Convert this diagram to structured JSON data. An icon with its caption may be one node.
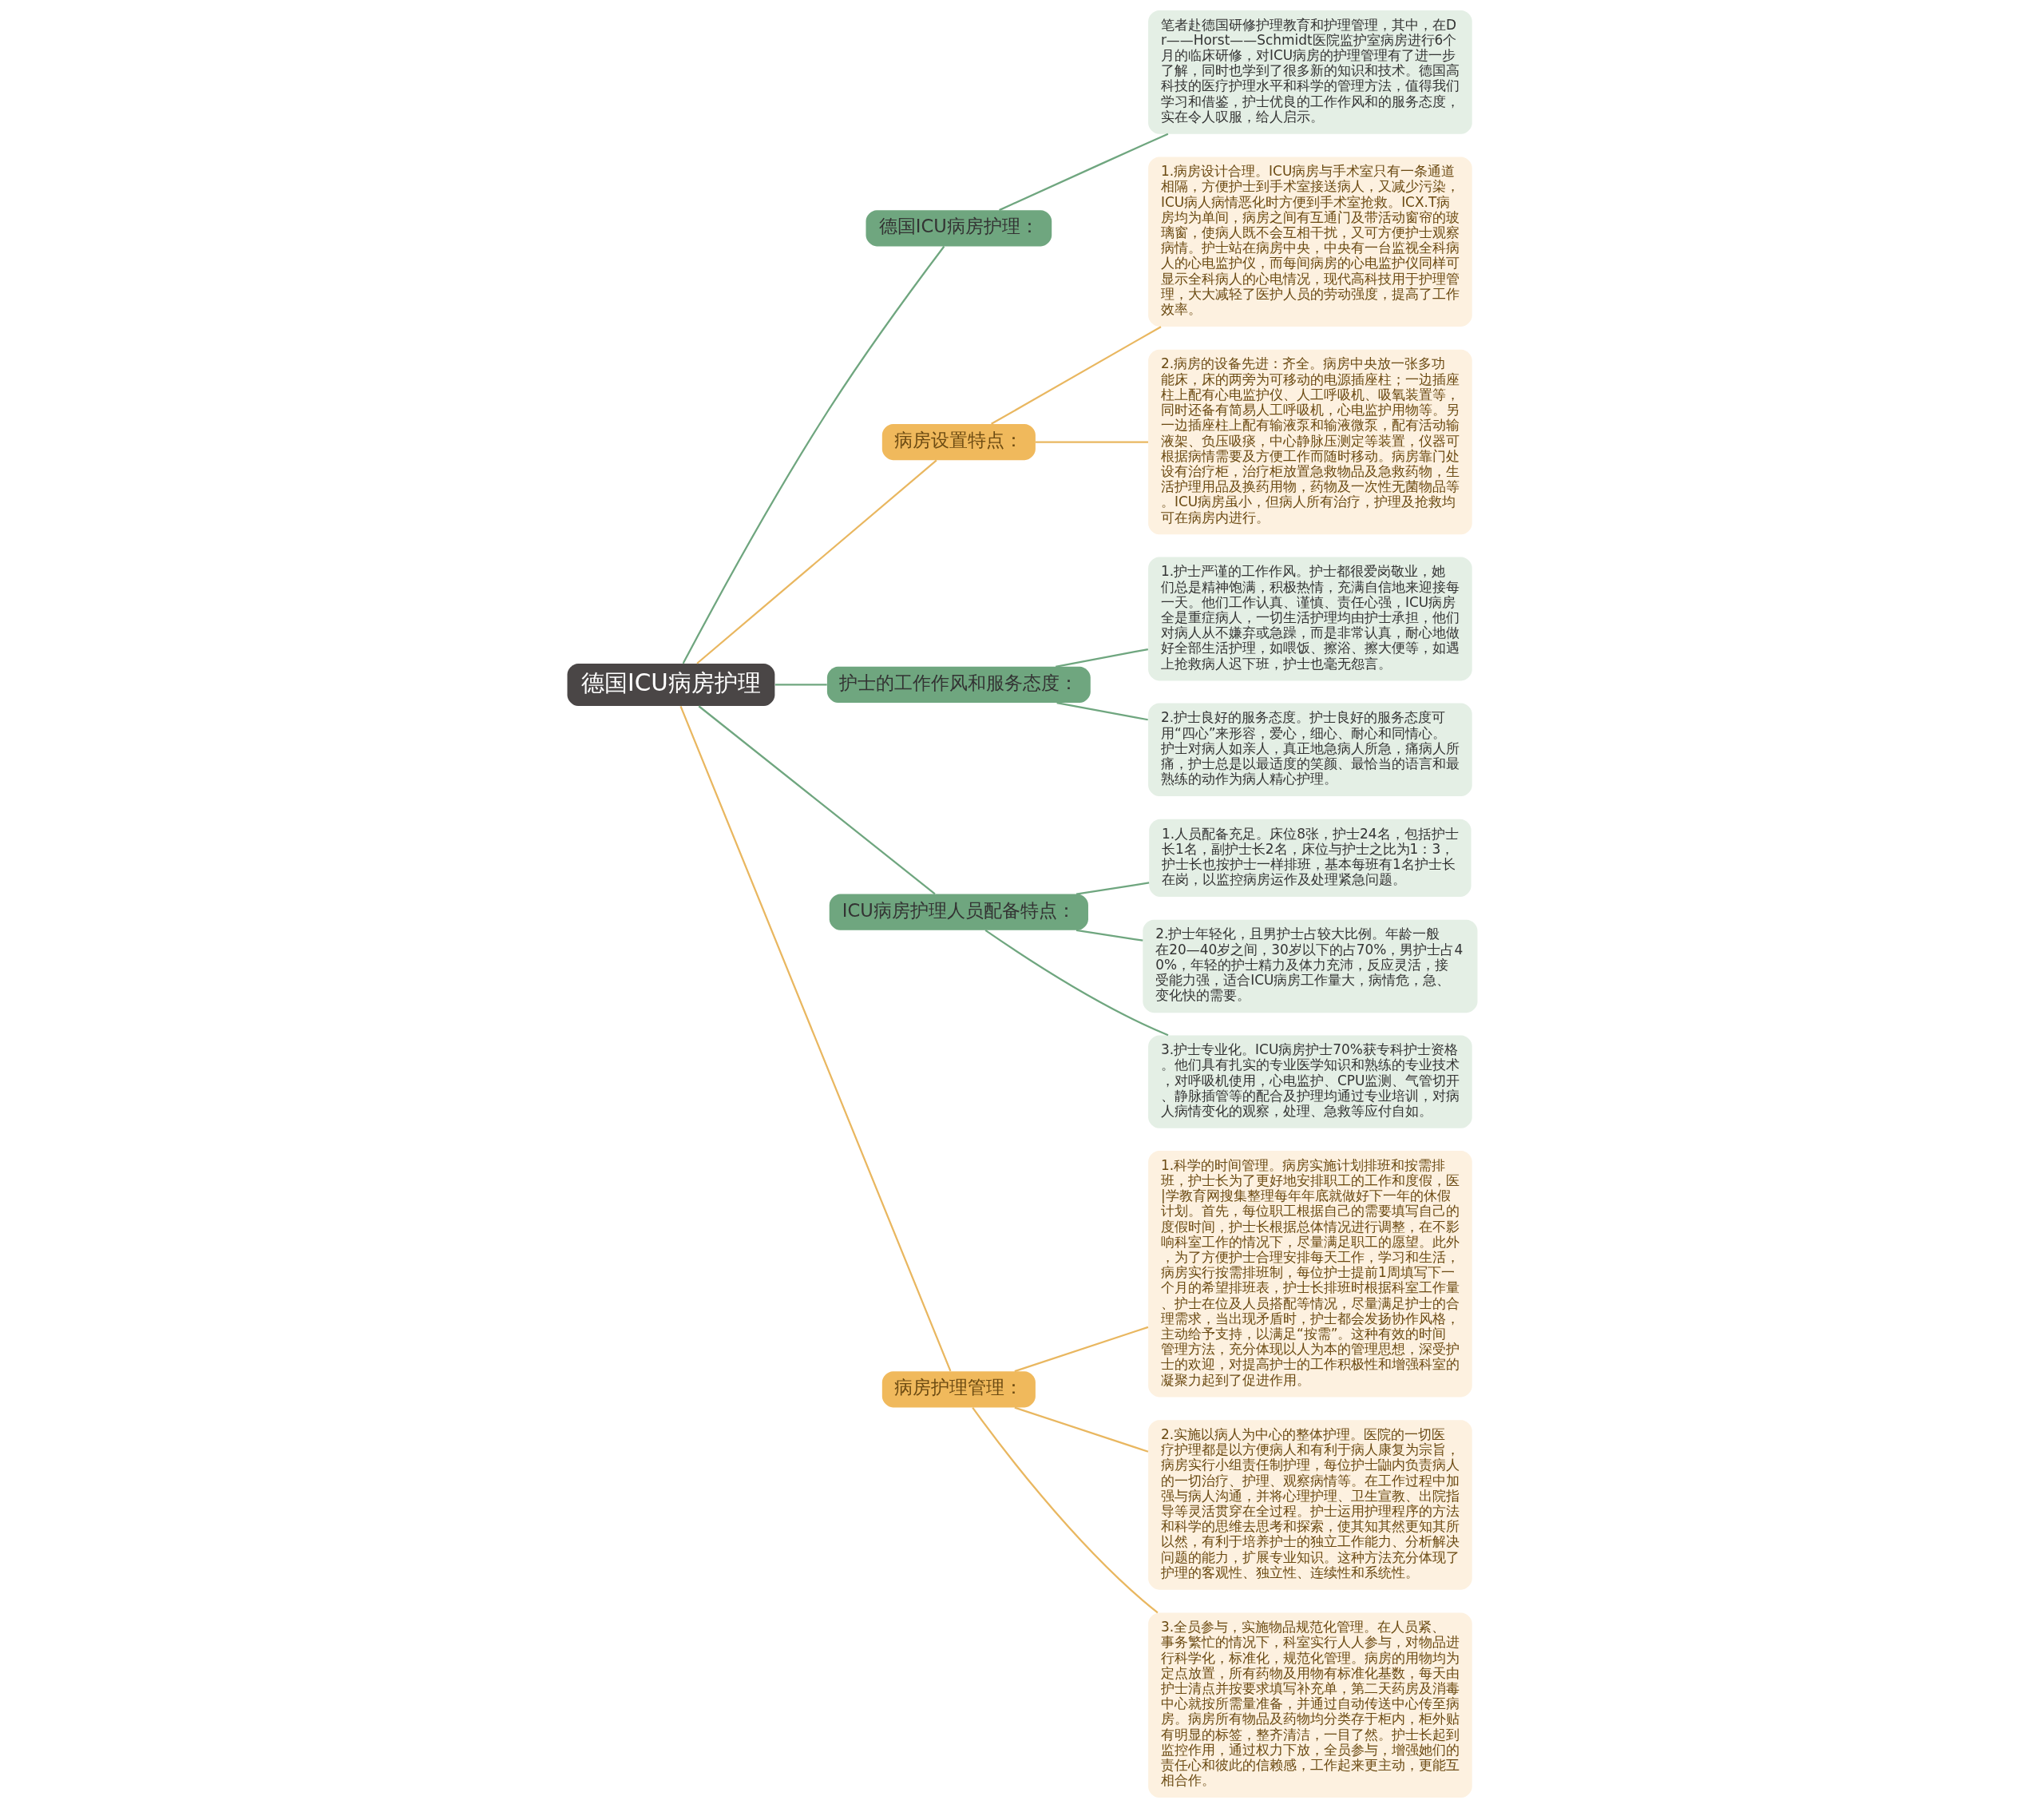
{
  "diagram": {
    "nodes": [
      {
        "text": [
          "德国ICU病房护理"
        ]
      },
      {
        "text": [
          "德国ICU病房护理："
        ]
      },
      {
        "text": [
          "笔者赴德国研修护理教育和护理管理，其中，在Dr——Horst——Schmidt医院监护室病房进行6个月的临床研修，对ICU病房的护理管理有了进一步了解，同时也学到了很多新的知识和技术。德国高科技的医疗护理水平和科学的管理方法，值得我们学习和借鉴，护士优良的工作作风和的服务态度，实在令人叹服，给人启示。"
        ]
      },
      {
        "text": [
          "病房设置特点："
        ]
      },
      {
        "text": [
          "1.病房设计合理。ICU病房与手术室只有一条通道相隔，方便护士到手术室接送病人，又减少污染，ICU病人病情恶化时方便到手术室抢救。ICX.T病房均为单间，病房之间有互通门及带活动窗帘的玻璃窗，使病人既不会互相干扰，又可方便护士观察病情。护士站在病房中央，中央有一台监视全科病人的心电监护仪，而每间病房的心电监护仪同样可显示全科病人的心电情况，现代高科技用于护理管理，大大减轻了医护人员的劳动强度，提高了工作效率。"
        ]
      },
      {
        "text": [
          "2.病房的设备先进：齐全。病房中央放一张多功能床，床的两旁为可移动的电源插座柱；一边插座柱上配有心电监护仪、人工呼吸机、吸氧装置等，同时还备有简易人工呼吸机，心电监护用物等。另一边插座柱上配有输液泵和输液微泵，配有活动输液架、负压吸痰，中心静脉压测定等装置，仪器可根据病情需要及方便工作而随时移动。病房靠门处设有治疗柜，治疗柜放置急救物品及急救药物，生活护理用品及换药用物，药物及一次性无菌物品等。ICU病房虽小，但病人所有治疗，护理及抢救均可在病房内进行。"
        ]
      },
      {
        "text": [
          "护士的工作作风和服务态度："
        ]
      },
      {
        "text": [
          "1.护士严谨的工作作风。护士都很爱岗敬业，她们总是精神饱满，积极热情，充满自信地来迎接每一天。他们工作认真、谨慎、责任心强，ICU病房全是重症病人，一切生活护理均由护士承担，他们对病人从不嫌弃或急躁，而是非常认真，耐心地做好全部生活护理，如喂饭、擦浴、擦大便等，如遇上抢救病人迟下班，护士也毫无怨言。"
        ]
      },
      {
        "text": [
          "2.护士良好的服务态度。护士良好的服务态度可用“四心”来形容，爱心，细心、耐心和同情心。护士对病人如亲人，真正地急病人所急，痛病人所痛，护士总是以最适度的笑颜、最恰当的语言和最熟练的动作为病人精心护理。"
        ]
      },
      {
        "text": [
          "ICU病房护理人员配备特点："
        ]
      },
      {
        "text": [
          "1.人员配备充足。床位8张，护士24名，包括护士长1名，副护士长2名，床位与护士之比为1：3，护士长也按护士一样排班，基本每班有1名护士长在岗，以监控病房运作及处理紧急问题。"
        ]
      },
      {
        "text": [
          "2.护士年轻化，且男护士占较大比例。年龄一般在20—40岁之间，30岁以下的占70%，男护士占40%，年轻的护士精力及体力充沛，反应灵活，接受能力强，适合ICU病房工作量大，病情危，急、变化快的需要。"
        ]
      },
      {
        "text": [
          "3.护士专业化。ICU病房护士70%获专科护士资格。他们具有扎实的专业医学知识和熟练的专业技术，对呼吸机使用，心电监护、CPU监测、气管切开、静脉插管等的配合及护理均通过专业培训，对病人病情变化的观察，处理、急救等应付自如。"
        ]
      },
      {
        "text": [
          "病房护理管理："
        ]
      },
      {
        "text": [
          "1.科学的时间管理。病房实施计划排班和按需排班，护士长为了更好地安排职工的工作和度假，医|学教育网搜集整理每年年底就做好下一年的休假计划。首先，每位职工根据自己的需要填写自己的度假时间，护士长根据总体情况进行调整，在不影响科室工作的情况下，尽量满足职工的愿望。此外，为了方便护士合理安排每天工作，学习和生活，病房实行按需排班制，每位护士提前1周填写下一个月的希望排班表，护士长排班时根据科室工作量、护士在位及人员搭配等情况，尽量满足护士的合理需求，当出现矛盾时，护士都会发扬协作风格，主动给予支持，以满足“按需”。这种有效的时间管理方法，充分体现以人为本的管理思想，深受护士的欢迎，对提高护士的工作积极性和增强科室的凝聚力起到了促进作用。"
        ]
      },
      {
        "text": [
          "2.实施以病人为中心的整体护理。医院的一切医疗护理都是以方便病人和有利于病人康复为宗旨，病房实行小组责任制护理，每位护士鼬内负责病人的一切治疗、护理、观察病情等。在工作过程中加强与病人沟通，并将心理护理、卫生宣教、出院指导等灵活贯穿在全过程。护士运用护理程序的方法和科学的思维去思考和探索，使其知其然更知其所以然，有利于培养护士的独立工作能力、分析解决问题的能力，扩展专业知识。这种方法充分体现了护理的客观性、独立性、连续性和系统性。"
        ]
      },
      {
        "text": [
          "3.全员参与，实施物品规范化管理。在人员紧、事务繁忙的情况下，科室实行人人参与，对物品进行科学化，标准化，规范化管理。病房的用物均为定点放置，所有药物及用物有标准化基数，每天由护士清点并按要求填写补充单，第二天药房及消毒中心就按所需量准备，并通过自动传送中心传至病房。病房所有物品及药物均分类存于柜内，柜外贴有明显的标签，整齐清洁，一目了然。护士长起到监控作用，通过权力下放，全员参与，增强她们的责任心和彼此的信赖感，工作起来更主动，更能互相合作。"
        ]
      }
    ],
    "edges": [
      {
        "from": 0,
        "to": 1,
        "arrow": "none"
      },
      {
        "from": 1,
        "to": 2,
        "arrow": "none"
      },
      {
        "from": 0,
        "to": 3,
        "arrow": "none",
        "color": "#e9b760"
      },
      {
        "from": 3,
        "to": 4,
        "arrow": "none",
        "color": "#e9b760"
      },
      {
        "from": 3,
        "to": 5,
        "arrow": "none",
        "color": "#e9b760"
      },
      {
        "from": 0,
        "to": 6,
        "arrow": "none"
      },
      {
        "from": 6,
        "to": 7,
        "arrow": "none"
      },
      {
        "from": 6,
        "to": 8,
        "arrow": "none"
      },
      {
        "from": 0,
        "to": 9,
        "arrow": "none"
      },
      {
        "from": 9,
        "to": 10,
        "arrow": "none"
      },
      {
        "from": 9,
        "to": 11,
        "arrow": "none"
      },
      {
        "from": 9,
        "to": 12,
        "arrow": "none"
      },
      {
        "from": 0,
        "to": 13,
        "arrow": "none",
        "color": "#e9b760"
      },
      {
        "from": 13,
        "to": 14,
        "arrow": "none",
        "color": "#e9b760"
      },
      {
        "from": 13,
        "to": 15,
        "arrow": "none",
        "color": "#e9b760"
      },
      {
        "from": 13,
        "to": 16,
        "arrow": "none",
        "color": "#e9b760"
      }
    ]
  }
}
